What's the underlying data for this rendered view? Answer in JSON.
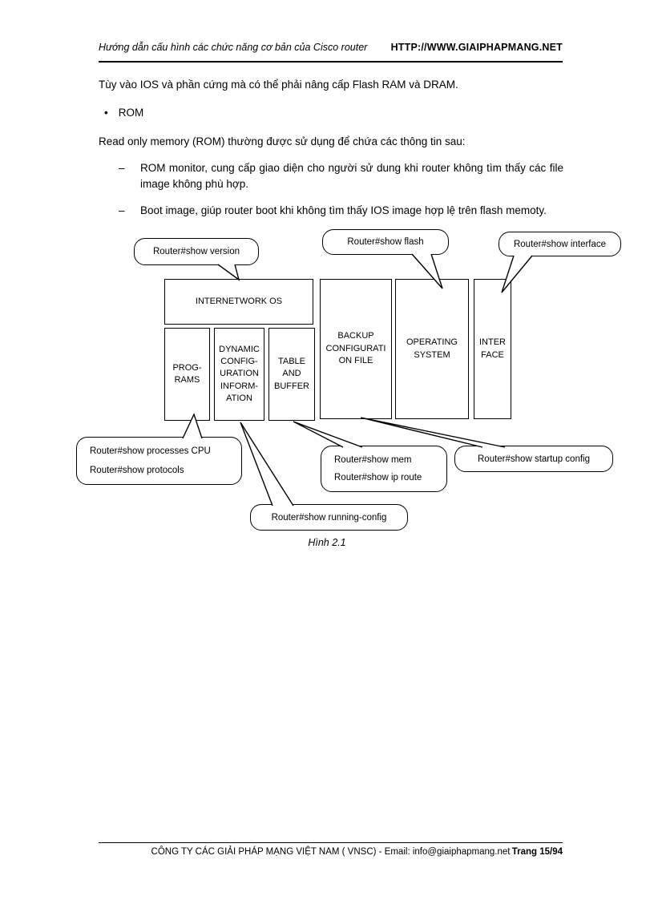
{
  "header": {
    "title": "Hướng dẫn cấu hình các chức năng cơ bản của Cisco router",
    "url": "HTTP://WWW.GIAIPHAPMANG.NET"
  },
  "body": {
    "intro": "Tùy vào IOS và phần cứng mà có thể phải nâng cấp Flash RAM và DRAM.",
    "bullet_char": "•",
    "rom_heading": "ROM",
    "rom_desc": "Read only memory (ROM) thường được sử dụng để chứa các thông tin sau:",
    "dash_char": "–",
    "items": [
      "ROM monitor, cung cấp giao diện cho người sử dung khi router không tìm thấy các file image không phù hợp.",
      "Boot image, giúp router boot khi không tìm thấy IOS image hợp lệ trên flash memoty."
    ]
  },
  "diagram": {
    "callouts": {
      "version": "Router#show version",
      "flash": "Router#show flash",
      "interface": "Router#show interface",
      "processes_cpu": "Router#show processes CPU",
      "protocols": "Router#show protocols",
      "mem": "Router#show mem",
      "ip_route": "Router#show ip route",
      "startup": "Router#show startup config",
      "running": "Router#show running-config"
    },
    "boxes": {
      "internetwork_os": "INTERNETWORK OS",
      "programs": "PROG-\nRAMS",
      "dynamic_config": "DYNAMIC\nCONFIG-\nURATION\nINFORM-\nATION",
      "table_buffer": "TABLE\nAND\nBUFFER",
      "backup_config": "BACKUP\nCONFIGURATI\nON FILE",
      "operating_system": "OPERATING\nSYSTEM",
      "interface": "INTER\nFACE"
    },
    "caption": "Hình 2.1"
  },
  "footer": {
    "company": "CÔNG TY CÁC GIẢI PHÁP MẠNG VIỆT NAM ( VNSC) - Email: info@giaiphapmang.net",
    "page": "Trang 15/94"
  }
}
